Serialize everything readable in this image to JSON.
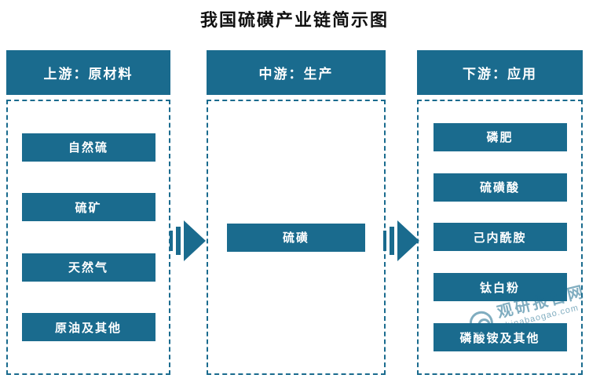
{
  "title": "我国硫磺产业链简示图",
  "columns": [
    {
      "header": "上游：原材料",
      "items": [
        "自然硫",
        "硫矿",
        "天然气",
        "原油及其他"
      ]
    },
    {
      "header": "中游：生产",
      "items": [
        "硫磺"
      ]
    },
    {
      "header": "下游：应用",
      "items": [
        "磷肥",
        "硫磺酸",
        "己内酰胺",
        "钛白粉",
        "磷酸铵及其他"
      ]
    }
  ],
  "watermark": {
    "site_name": "观研报告网",
    "site_url": "chinabaogao.com"
  },
  "colors": {
    "primary": "#1a6b8e",
    "text": "#111111",
    "background": "#ffffff"
  }
}
